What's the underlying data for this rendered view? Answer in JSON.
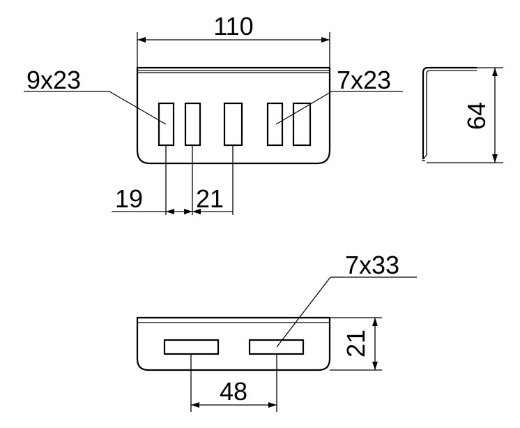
{
  "top_view": {
    "width_dim": "110",
    "left_slot_callout": "9x23",
    "right_slot_callout": "7x23",
    "pitch_dim_1": "19",
    "pitch_dim_2": "21"
  },
  "side_view": {
    "height_dim": "64"
  },
  "bottom_view": {
    "slot_callout": "7x33",
    "height_dim": "21",
    "spacing_dim": "48"
  }
}
